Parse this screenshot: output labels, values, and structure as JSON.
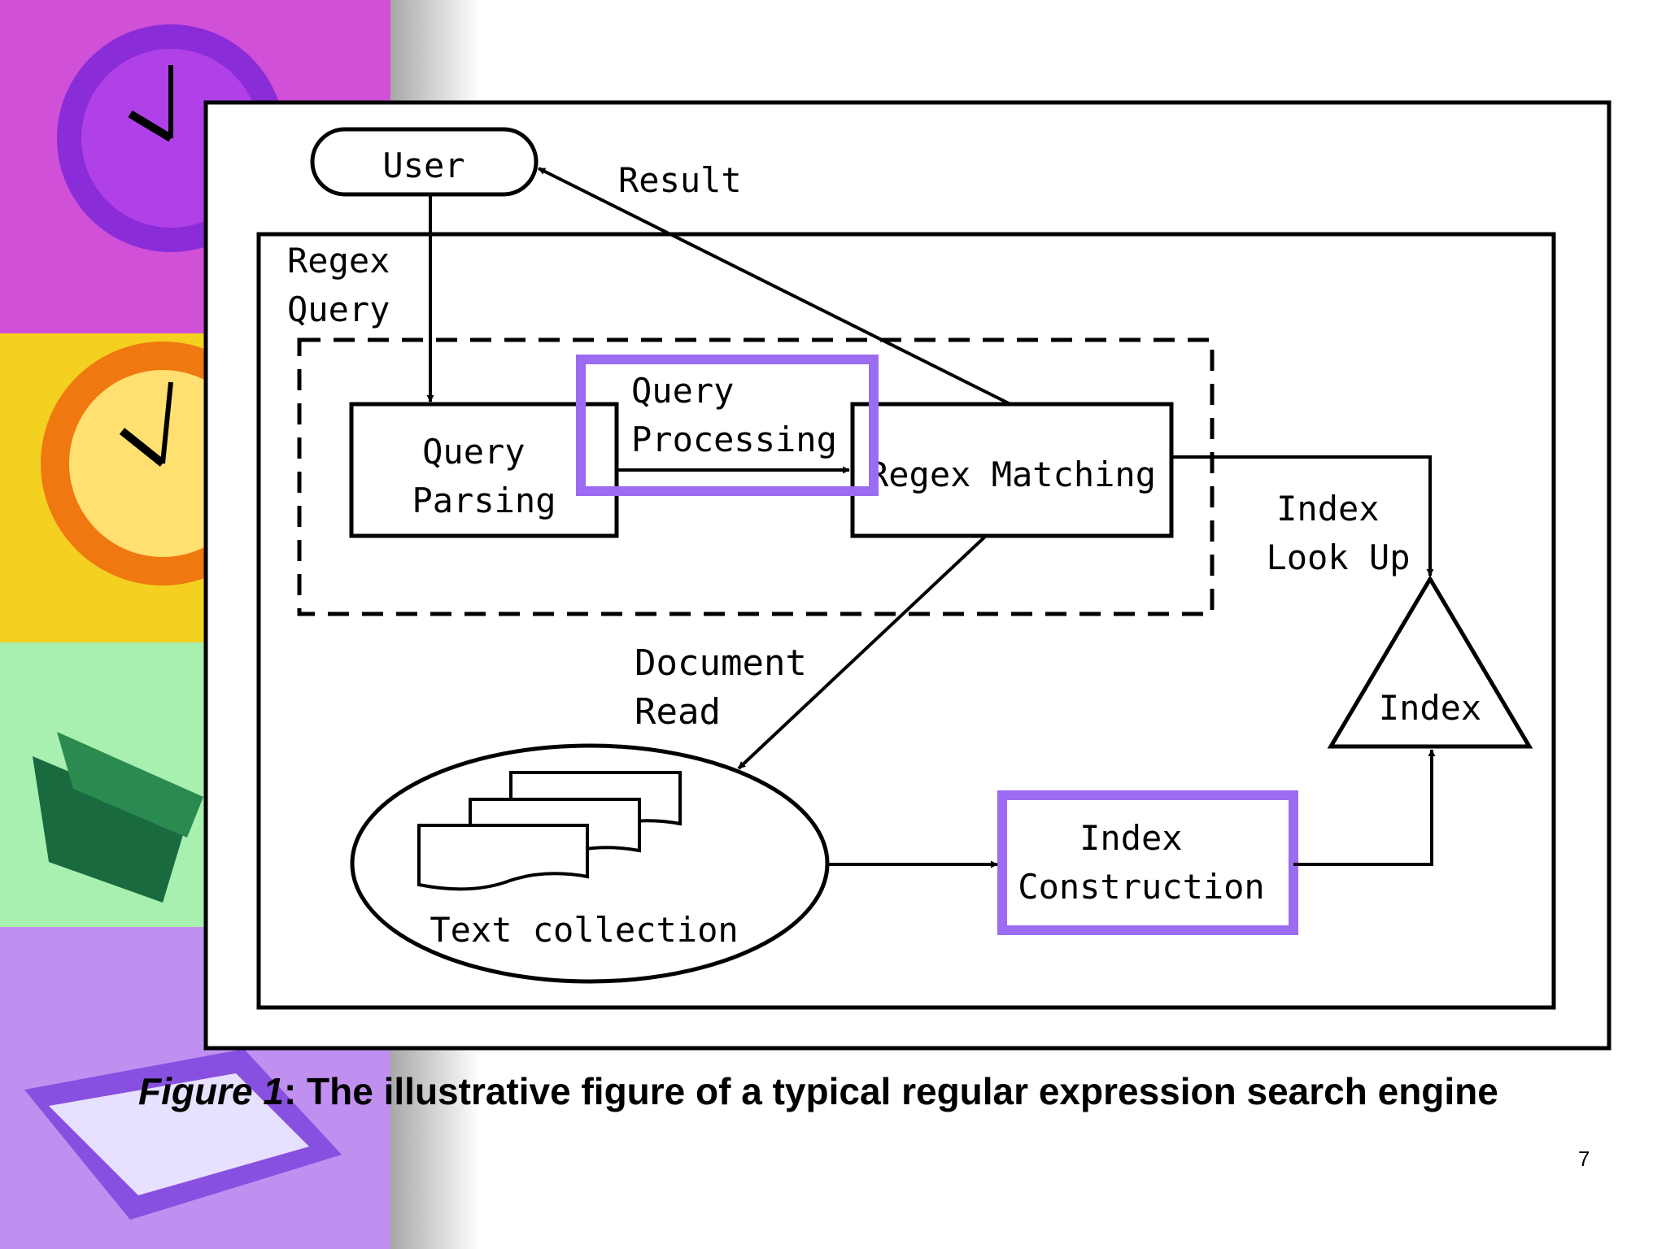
{
  "diagram": {
    "nodes": {
      "user": "User",
      "regex_query": [
        "Regex",
        "Query"
      ],
      "query_parsing": [
        "Query",
        "Parsing"
      ],
      "query_processing": [
        "Query",
        "Processing"
      ],
      "regex_matching": "Regex Matching",
      "index_lookup": [
        "Index",
        "Look Up"
      ],
      "index": "Index",
      "document_read": [
        "Document",
        "Read"
      ],
      "text_collection": "Text collection",
      "index_construction": [
        "Index",
        "Construction"
      ]
    },
    "edges": {
      "result": "Result"
    }
  },
  "caption": {
    "figure_label": "Figure 1",
    "text": ": The illustrative figure of a typical regular expression search engine"
  },
  "page_number": "7",
  "colors": {
    "highlight": "#9b6cf2",
    "line": "#000000"
  }
}
